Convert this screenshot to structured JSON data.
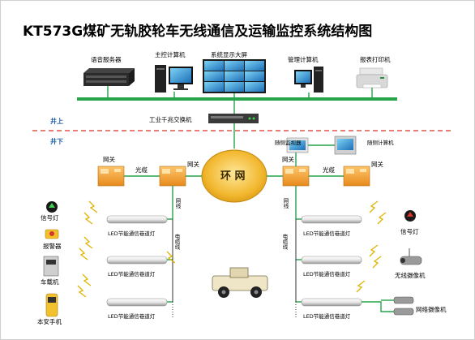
{
  "title": "KT573G煤矿无轨胶轮车无线通信及运输监控系统结构图",
  "surface": {
    "voice_server": "语音服务器",
    "main_computer": "主控计算机",
    "video_wall": "系统显示大屏",
    "mgmt_computer": "管理计算机",
    "printer": "报表打印机",
    "switch": "工业千兆交换机",
    "above": "井上",
    "below": "井下"
  },
  "underground": {
    "ring": "环 网",
    "gateway": "网关",
    "fiber": "光缆",
    "net_cable": "网线",
    "power_cable": "电缆线",
    "lane_light": "LED节能通信巷道灯",
    "roadside_monitor": "随侧监视器",
    "roadside_computer": "随侧计算机",
    "left_devices": [
      "信号灯",
      "报警器",
      "车载机",
      "本安手机"
    ],
    "right_devices": [
      "信号灯",
      "无线摄像机",
      "网络摄像机"
    ]
  },
  "colors": {
    "network_green": "#27a34a",
    "divider_red": "#d9342b",
    "ring_fill": "#f2b830",
    "gateway_orange": "#f39a2b"
  }
}
